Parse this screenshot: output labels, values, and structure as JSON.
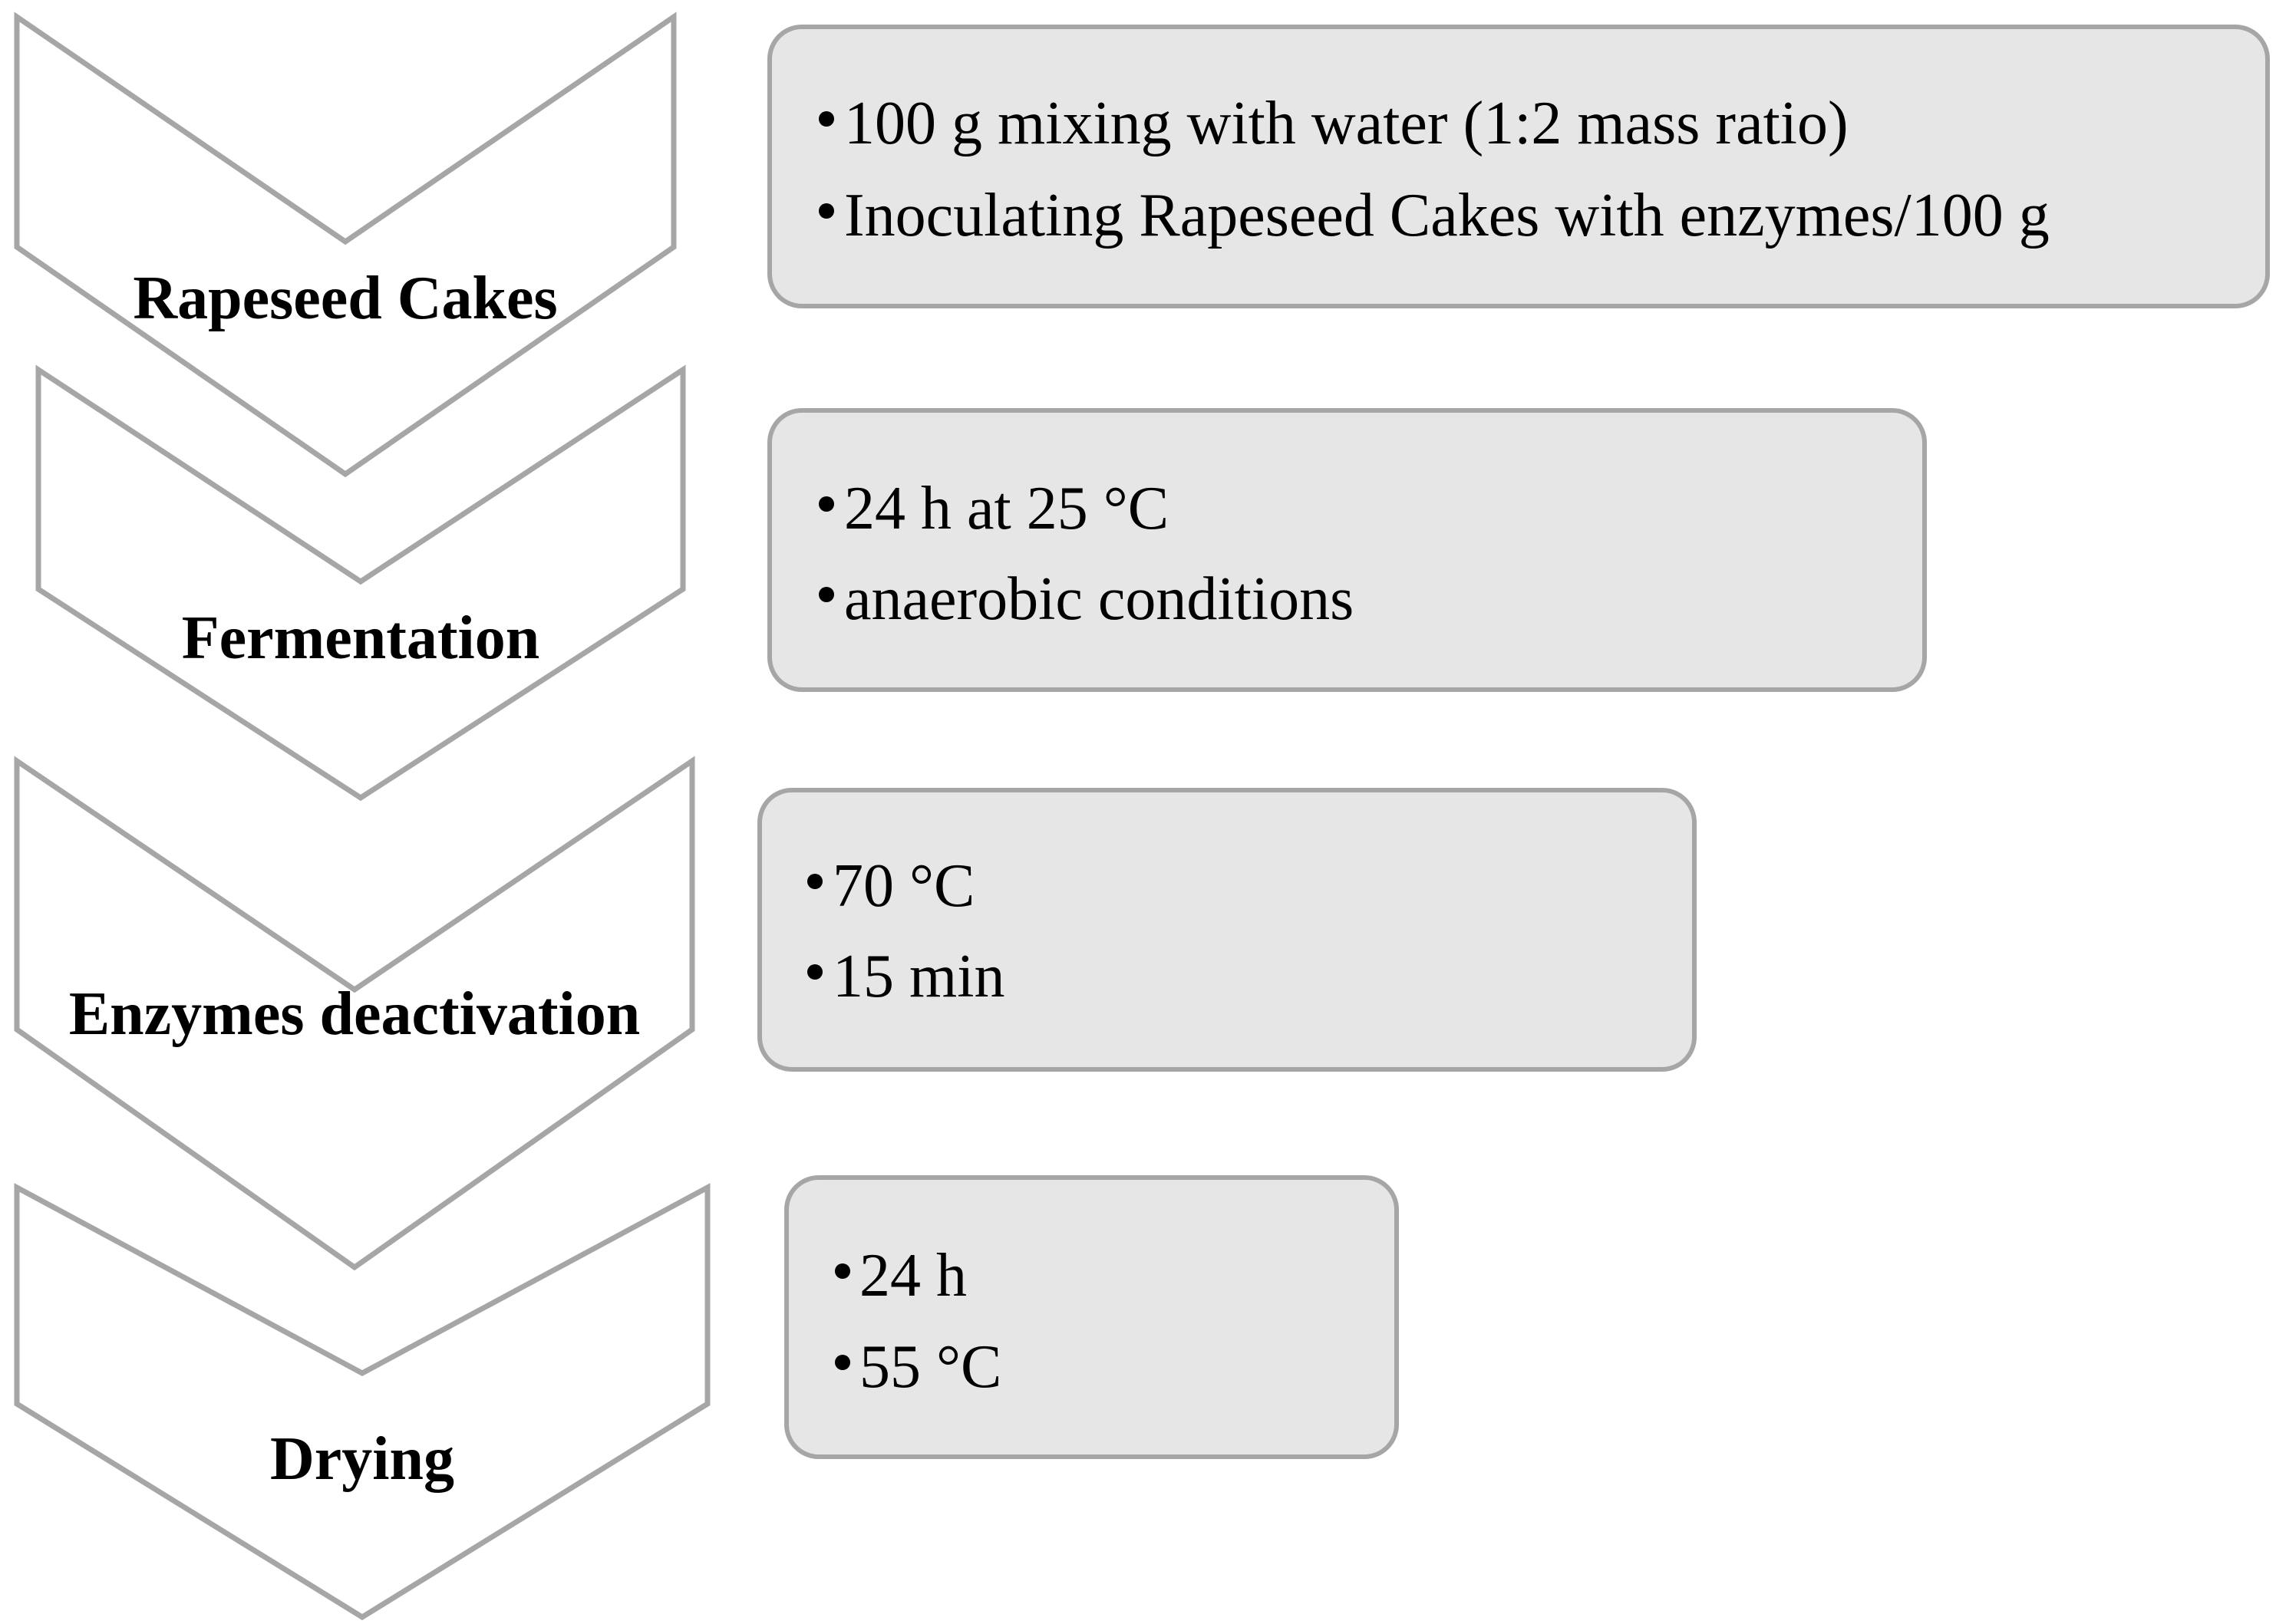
{
  "steps": [
    {
      "label": "Rapeseed Cakes",
      "details": [
        "100 g mixing with water (1:2 mass ratio)",
        "Inoculating Rapeseed Cakes with enzymes/100 g"
      ]
    },
    {
      "label": "Fermentation",
      "details": [
        "24 h at 25 °C",
        "anaerobic conditions"
      ]
    },
    {
      "label": "Enzymes deactivation",
      "details": [
        "70 °C",
        " 15 min"
      ]
    },
    {
      "label": "Drying",
      "details": [
        "24 h",
        " 55 °C"
      ]
    }
  ],
  "colors": {
    "outline": "#a6a6a6",
    "box_fill": "#e6e6e6",
    "text": "#000000"
  }
}
